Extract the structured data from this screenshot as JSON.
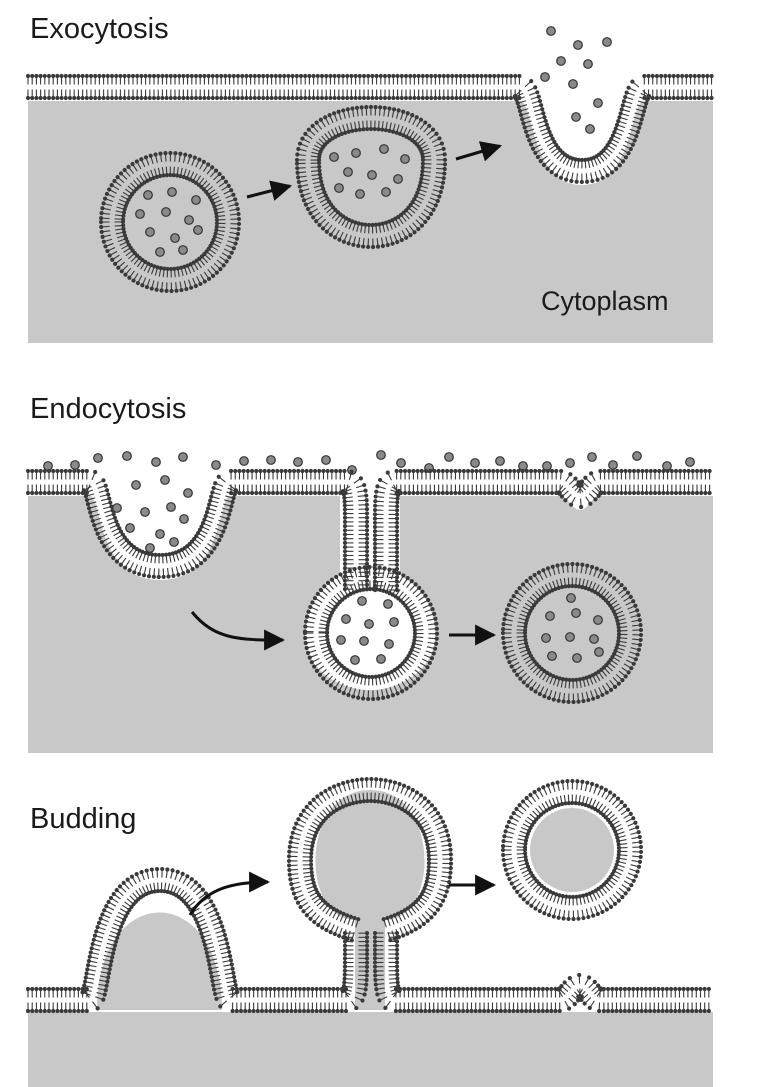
{
  "figure": {
    "panels": [
      {
        "id": "exocytosis",
        "title": "Exocytosis"
      },
      {
        "id": "endocytosis",
        "title": "Endocytosis"
      },
      {
        "id": "budding",
        "title": "Budding"
      }
    ],
    "region_label": "Cytoplasm"
  },
  "colors": {
    "cytoplasm": "#c8c8c8",
    "membrane_lipid": "#3a3a3a",
    "cargo_particle": "#8a8a8a",
    "arrow": "#111111",
    "background": "#ffffff"
  }
}
